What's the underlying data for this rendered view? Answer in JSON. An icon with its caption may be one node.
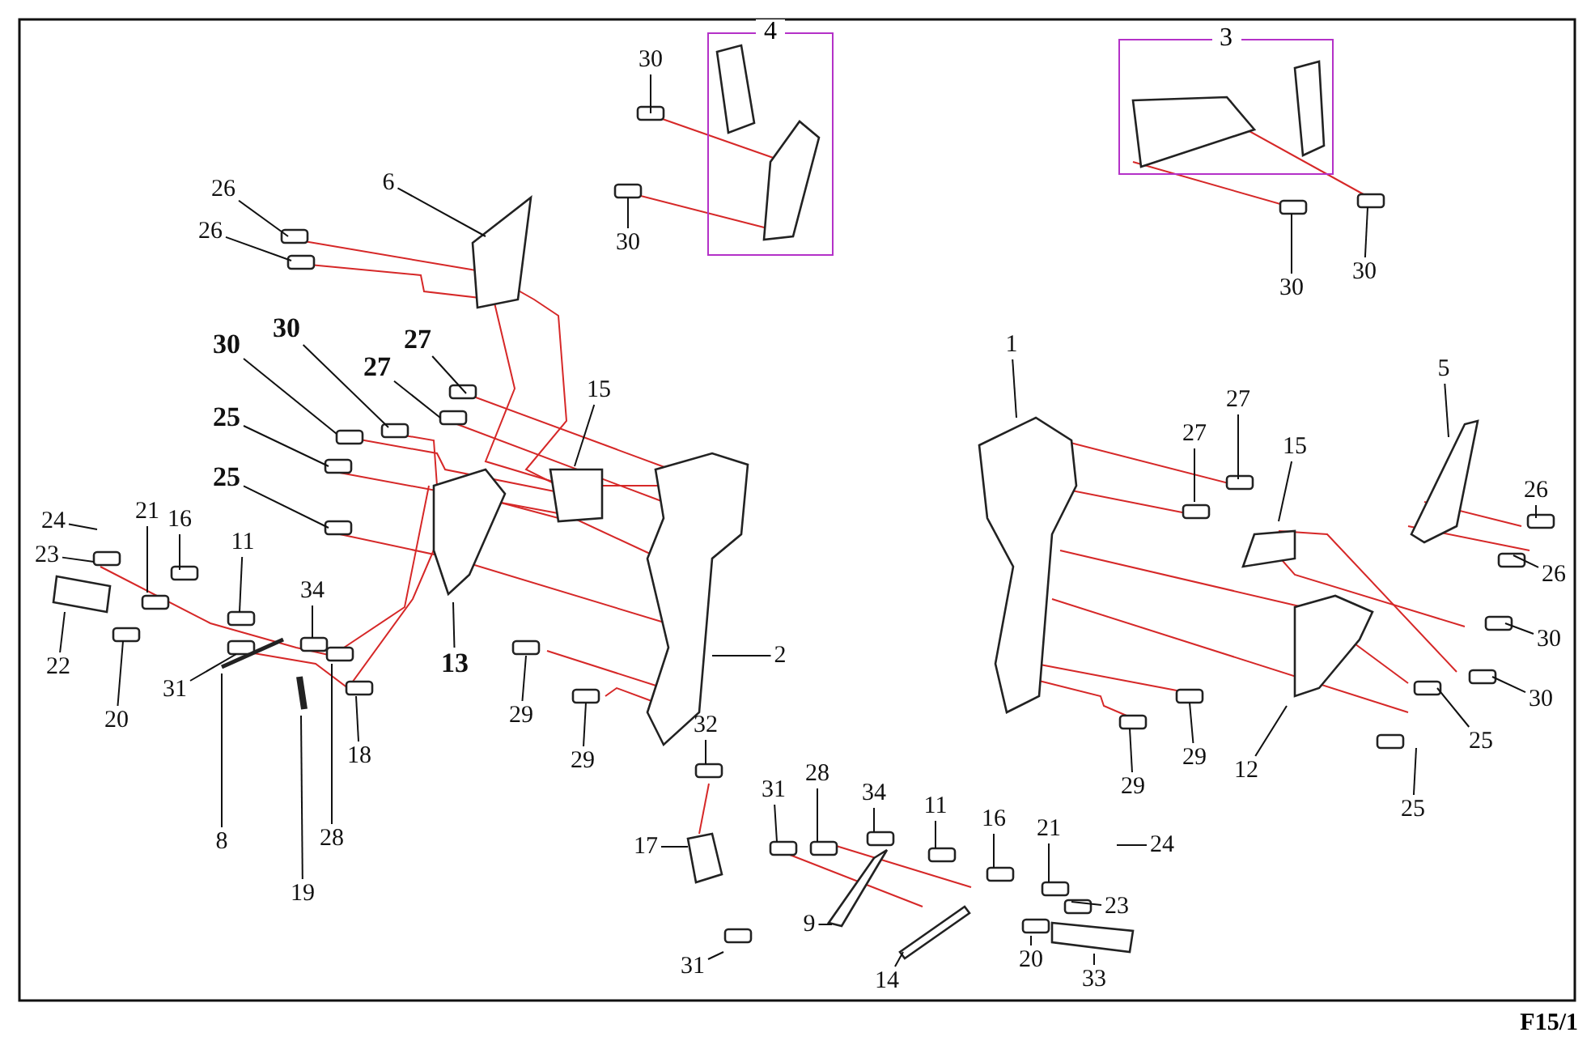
{
  "diagram": {
    "nodes": [
      {
        "text": [
          "4"
        ]
      },
      {
        "text": [
          "3"
        ]
      },
      {
        "text": [
          "30"
        ]
      },
      {
        "text": [
          "6"
        ]
      },
      {
        "text": [
          "26"
        ]
      },
      {
        "text": [
          "26"
        ]
      },
      {
        "text": [
          "30"
        ]
      },
      {
        "text": [
          "30"
        ]
      },
      {
        "text": [
          "30"
        ]
      },
      {
        "text": [
          "30"
        ]
      },
      {
        "text": [
          "27"
        ]
      },
      {
        "text": [
          "1"
        ]
      },
      {
        "text": [
          "30"
        ]
      },
      {
        "text": [
          "27"
        ]
      },
      {
        "text": [
          "5"
        ]
      },
      {
        "text": [
          "15"
        ]
      },
      {
        "text": [
          "27"
        ]
      },
      {
        "text": [
          "25"
        ]
      },
      {
        "text": [
          "27"
        ]
      },
      {
        "text": [
          "15"
        ]
      },
      {
        "text": [
          "25"
        ]
      },
      {
        "text": [
          "26"
        ]
      },
      {
        "text": [
          "21"
        ]
      },
      {
        "text": [
          "16"
        ]
      },
      {
        "text": [
          "24"
        ]
      },
      {
        "text": [
          "11"
        ]
      },
      {
        "text": [
          "23"
        ]
      },
      {
        "text": [
          "26"
        ]
      },
      {
        "text": [
          "34"
        ]
      },
      {
        "text": [
          "30"
        ]
      },
      {
        "text": [
          "2"
        ]
      },
      {
        "text": [
          "22"
        ]
      },
      {
        "text": [
          "13"
        ]
      },
      {
        "text": [
          "31"
        ]
      },
      {
        "text": [
          "30"
        ]
      },
      {
        "text": [
          "29"
        ]
      },
      {
        "text": [
          "20"
        ]
      },
      {
        "text": [
          "25"
        ]
      },
      {
        "text": [
          "32"
        ]
      },
      {
        "text": [
          "29"
        ]
      },
      {
        "text": [
          "18"
        ]
      },
      {
        "text": [
          "29"
        ]
      },
      {
        "text": [
          "12"
        ]
      },
      {
        "text": [
          "29"
        ]
      },
      {
        "text": [
          "28"
        ]
      },
      {
        "text": [
          "31"
        ]
      },
      {
        "text": [
          "34"
        ]
      },
      {
        "text": [
          "25"
        ]
      },
      {
        "text": [
          "11"
        ]
      },
      {
        "text": [
          "16"
        ]
      },
      {
        "text": [
          "21"
        ]
      },
      {
        "text": [
          "28"
        ]
      },
      {
        "text": [
          "8"
        ]
      },
      {
        "text": [
          "17"
        ]
      },
      {
        "text": [
          "24"
        ]
      },
      {
        "text": [
          "19"
        ]
      },
      {
        "text": [
          "23"
        ]
      },
      {
        "text": [
          "9"
        ]
      },
      {
        "text": [
          "20"
        ]
      },
      {
        "text": [
          "31"
        ]
      },
      {
        "text": [
          "33"
        ]
      },
      {
        "text": [
          "14"
        ]
      }
    ],
    "edges": [
      {
        "from": 2,
        "to": null,
        "arrow": "none"
      },
      {
        "from": 3,
        "to": null,
        "arrow": "none"
      },
      {
        "from": 4,
        "to": null,
        "arrow": "none"
      },
      {
        "from": 5,
        "to": null,
        "arrow": "none"
      },
      {
        "from": 6,
        "to": null,
        "arrow": "none"
      },
      {
        "from": 7,
        "to": null,
        "arrow": "none"
      },
      {
        "from": 8,
        "to": null,
        "arrow": "none"
      },
      {
        "from": 9,
        "to": null,
        "arrow": "none"
      },
      {
        "from": 10,
        "to": null,
        "arrow": "none"
      },
      {
        "from": 11,
        "to": null,
        "arrow": "none"
      },
      {
        "from": 12,
        "to": null,
        "arrow": "none"
      },
      {
        "from": 13,
        "to": null,
        "arrow": "none"
      },
      {
        "from": 14,
        "to": null,
        "arrow": "none"
      },
      {
        "from": 15,
        "to": null,
        "arrow": "none"
      },
      {
        "from": 16,
        "to": null,
        "arrow": "none"
      },
      {
        "from": 17,
        "to": null,
        "arrow": "none"
      },
      {
        "from": 18,
        "to": null,
        "arrow": "none"
      },
      {
        "from": 19,
        "to": null,
        "arrow": "none"
      },
      {
        "from": 20,
        "to": null,
        "arrow": "none"
      },
      {
        "from": 21,
        "to": null,
        "arrow": "none"
      },
      {
        "from": 22,
        "to": null,
        "arrow": "none"
      },
      {
        "from": 23,
        "to": null,
        "arrow": "none"
      },
      {
        "from": 24,
        "to": null,
        "arrow": "none"
      },
      {
        "from": 25,
        "to": null,
        "arrow": "none"
      },
      {
        "from": 26,
        "to": null,
        "arrow": "none"
      },
      {
        "from": 27,
        "to": null,
        "arrow": "none"
      },
      {
        "from": 28,
        "to": null,
        "arrow": "none"
      },
      {
        "from": 29,
        "to": null,
        "arrow": "none"
      },
      {
        "from": 30,
        "to": null,
        "arrow": "none"
      },
      {
        "from": 31,
        "to": null,
        "arrow": "none"
      },
      {
        "from": 32,
        "to": null,
        "arrow": "none"
      },
      {
        "from": 33,
        "to": null,
        "arrow": "none"
      },
      {
        "from": 34,
        "to": null,
        "arrow": "none"
      },
      {
        "from": 35,
        "to": null,
        "arrow": "none"
      },
      {
        "from": 36,
        "to": null,
        "arrow": "none"
      },
      {
        "from": 37,
        "to": null,
        "arrow": "none"
      },
      {
        "from": 38,
        "to": null,
        "arrow": "none"
      },
      {
        "from": 39,
        "to": null,
        "arrow": "none"
      },
      {
        "from": 40,
        "to": null,
        "arrow": "none"
      },
      {
        "from": 41,
        "to": null,
        "arrow": "none"
      },
      {
        "from": 42,
        "to": null,
        "arrow": "none"
      },
      {
        "from": 43,
        "to": null,
        "arrow": "none"
      },
      {
        "from": 44,
        "to": null,
        "arrow": "none"
      },
      {
        "from": 45,
        "to": null,
        "arrow": "none"
      },
      {
        "from": 46,
        "to": null,
        "arrow": "none"
      },
      {
        "from": 47,
        "to": null,
        "arrow": "none"
      },
      {
        "from": 48,
        "to": null,
        "arrow": "none"
      },
      {
        "from": 49,
        "to": null,
        "arrow": "none"
      },
      {
        "from": 50,
        "to": null,
        "arrow": "none"
      },
      {
        "from": 51,
        "to": null,
        "arrow": "none"
      },
      {
        "from": 52,
        "to": null,
        "arrow": "none"
      },
      {
        "from": 53,
        "to": null,
        "arrow": "none"
      },
      {
        "from": 54,
        "to": null,
        "arrow": "none"
      },
      {
        "from": 55,
        "to": null,
        "arrow": "none"
      },
      {
        "from": 56,
        "to": null,
        "arrow": "none"
      },
      {
        "from": 57,
        "to": null,
        "arrow": "none"
      },
      {
        "from": 58,
        "to": null,
        "arrow": "none"
      },
      {
        "from": 59,
        "to": null,
        "arrow": "none"
      },
      {
        "from": 60,
        "to": null,
        "arrow": "none"
      },
      {
        "from": 61,
        "to": null,
        "arrow": "none"
      }
    ],
    "labels": [
      "F15/1"
    ]
  }
}
